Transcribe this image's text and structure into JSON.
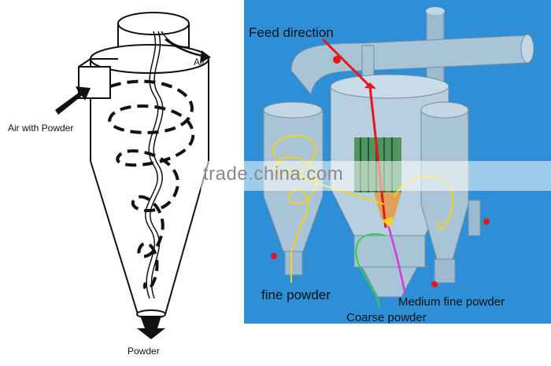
{
  "left_diagram": {
    "labels": {
      "air": "Air",
      "air_with_powder": "Air with Powder",
      "powder": "Powder"
    }
  },
  "right_diagram": {
    "labels": {
      "feed_direction": "Feed direction",
      "fine_powder": "fine powder",
      "medium_fine_powder": "Medium fine powder",
      "coarse_powder": "Coarse powder"
    },
    "colors": {
      "background": "#2e8fd6",
      "machine": "#a9c4d6",
      "feed_path": "#e8151b",
      "fine_path": "#f2d21a",
      "coarse_path": "#2bd14a",
      "medium_path": "#d33ad8"
    }
  },
  "watermark": "trade.china.com"
}
